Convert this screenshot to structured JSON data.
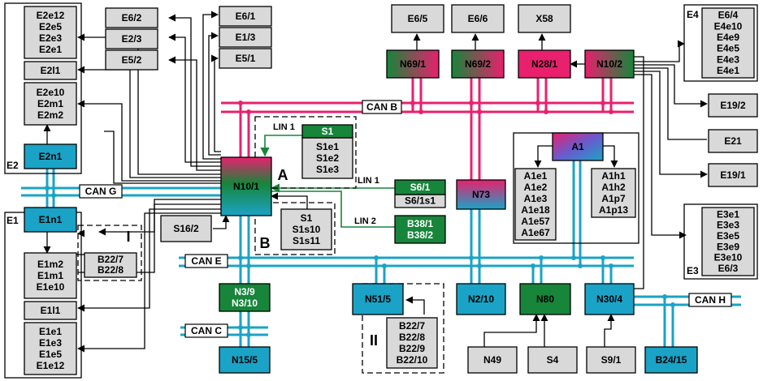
{
  "colors": {
    "pink": "#e8206e",
    "blue": "#1aa3c6",
    "green": "#17853a",
    "gray": "#d9d9d9",
    "black": "#000000"
  },
  "blocks": {
    "e2e12": "E2e12",
    "e2e5": "E2e5",
    "e2e3": "E2e3",
    "e2e1": "E2e1",
    "e2i1": "E2l1",
    "e2e10": "E2e10",
    "e2m1": "E2m1",
    "e2m2": "E2m2",
    "e2n1": "E2n1",
    "e2": "E2",
    "e1n1": "E1n1",
    "e1": "E1",
    "e1m2": "E1m2",
    "e1m1": "E1m1",
    "e1e10": "E1e10",
    "e1i1": "E1l1",
    "e1e1": "E1e1",
    "e1e3": "E1e3",
    "e1e5": "E1e5",
    "e1e12": "E1e12",
    "e6_2": "E6/2",
    "e2_3": "E2/3",
    "e5_2": "E5/2",
    "e6_1": "E6/1",
    "e1_3": "E1/3",
    "e5_1": "E5/1",
    "e6_5": "E6/5",
    "e6_6": "E6/6",
    "x58": "X58",
    "n69_1": "N69/1",
    "n69_2": "N69/2",
    "n28_1": "N28/1",
    "n10_2": "N10/2",
    "e4": "E4",
    "e6_4": "E6/4",
    "e4e10": "E4e10",
    "e4e9": "E4e9",
    "e4e5": "E4e5",
    "e4e3": "E4e3",
    "e4e1": "E4e1",
    "e19_2": "E19/2",
    "e21": "E21",
    "e19_1": "E19/1",
    "e3": "E3",
    "e3e1": "E3e1",
    "e3e3": "E3e3",
    "e3e5": "E3e5",
    "e3e9": "E3e9",
    "e3e10": "E3e10",
    "e6_3": "E6/3",
    "n10_1": "N10/1",
    "s16_2": "S16/2",
    "s1_top": "S1",
    "s1e1": "S1e1",
    "s1e2": "S1e2",
    "s1e3": "S1e3",
    "s1_b": "S1",
    "s1s10": "S1s10",
    "s1s11": "S1s11",
    "s6_1": "S6/1",
    "s6_1s1": "S6/1s1",
    "b38_1": "B38/1",
    "b38_2": "B38/2",
    "n73": "N73",
    "a1": "A1",
    "a1e1": "A1e1",
    "a1e2": "A1e2",
    "a1e3": "A1e3",
    "a1e18": "A1e18",
    "a1e57": "A1e57",
    "a1e67": "A1e67",
    "a1h1": "A1h1",
    "a1h2": "A1h2",
    "a1p7": "A1p7",
    "a1p13": "A1p13",
    "n3_9": "N3/9",
    "n3_10": "N3/10",
    "n15_5": "N15/5",
    "n51_5": "N51/5",
    "n2_10": "N2/10",
    "n80": "N80",
    "n30_4": "N30/4",
    "b24_15": "B24/15",
    "n49": "N49",
    "s4": "S4",
    "s9_1": "S9/1",
    "b22_7a": "B22/7",
    "b22_8a": "B22/8",
    "b22_7b": "B22/7",
    "b22_8b": "B22/8",
    "b22_9b": "B22/9",
    "b22_10b": "B22/10"
  },
  "buses": {
    "can_b": "CAN B",
    "can_g": "CAN G",
    "can_e": "CAN E",
    "can_c": "CAN C",
    "can_h": "CAN H",
    "lin1_top": "LIN 1",
    "lin1_mid": "LIN 1",
    "lin2": "LIN 2"
  },
  "marks": {
    "group_a": "A",
    "group_b": "B",
    "roman_1": "I",
    "roman_2": "II"
  }
}
